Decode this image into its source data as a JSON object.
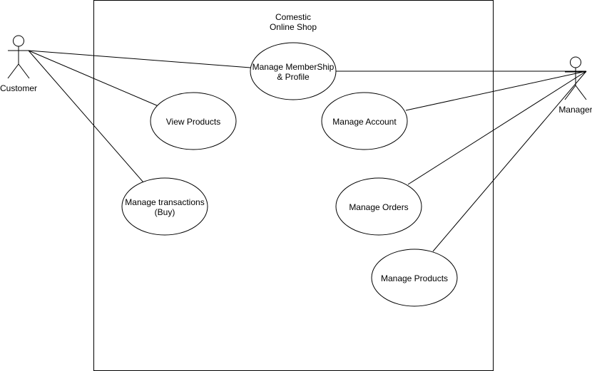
{
  "system": {
    "title_line1": "Comestic",
    "title_line2": "Online Shop"
  },
  "actors": {
    "customer": "Customer",
    "manager": "Manager"
  },
  "use_cases": {
    "membership": {
      "line1": "Manage MemberShip",
      "line2": "& Profile"
    },
    "view_products": "View Products",
    "transactions": {
      "line1": "Manage transactions",
      "line2": "(Buy)"
    },
    "account": "Manage Account",
    "orders": "Manage Orders",
    "products": "Manage Products"
  },
  "colors": {
    "stroke": "#000000",
    "fill": "#ffffff"
  }
}
